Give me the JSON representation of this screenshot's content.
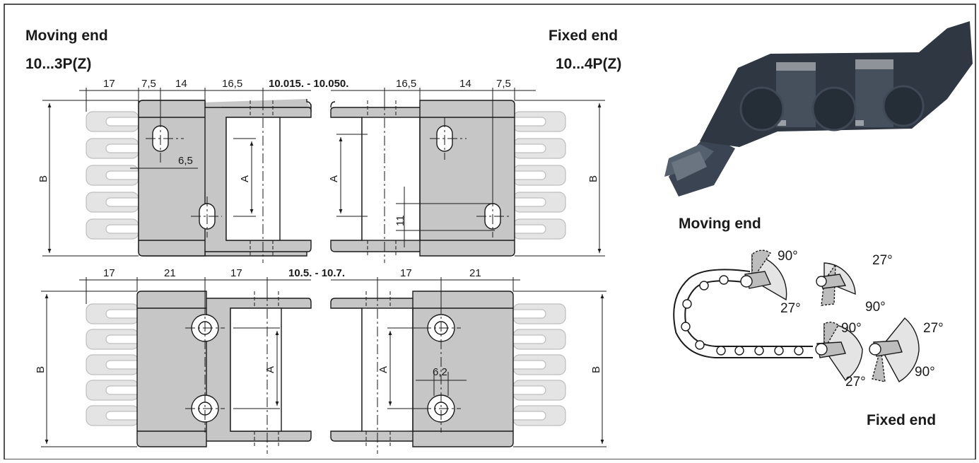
{
  "left_labels": {
    "moving_end": "Moving end",
    "moving_part": "10...3P(Z)"
  },
  "right_labels": {
    "fixed_end": "Fixed end",
    "fixed_part": "10...4P(Z)"
  },
  "upper_drawing": {
    "series": "10.015. - 10.050.",
    "dims_left": [
      "17",
      "7,5",
      "14",
      "16,5"
    ],
    "dims_right": [
      "16,5",
      "14",
      "7,5"
    ],
    "slot_width": "6,5",
    "slot_offset": "11",
    "height_label": "B",
    "width_label": "A"
  },
  "lower_drawing": {
    "series": "10.5. - 10.7.",
    "dims_left": [
      "17",
      "21",
      "17"
    ],
    "dims_right": [
      "17",
      "21"
    ],
    "hole_width": "6,2",
    "height_label": "B",
    "width_label": "A"
  },
  "photo_panel": {
    "moving_end": "Moving end",
    "fixed_end": "Fixed end",
    "angles": [
      "90°",
      "27°",
      "27°",
      "90°",
      "90°",
      "27°",
      "27°",
      "90°"
    ]
  },
  "colors": {
    "part_fill": "#c6c6c6",
    "clip_fill": "#e4e4e4",
    "line": "#1a1a1a",
    "photo": "#2e3742"
  }
}
